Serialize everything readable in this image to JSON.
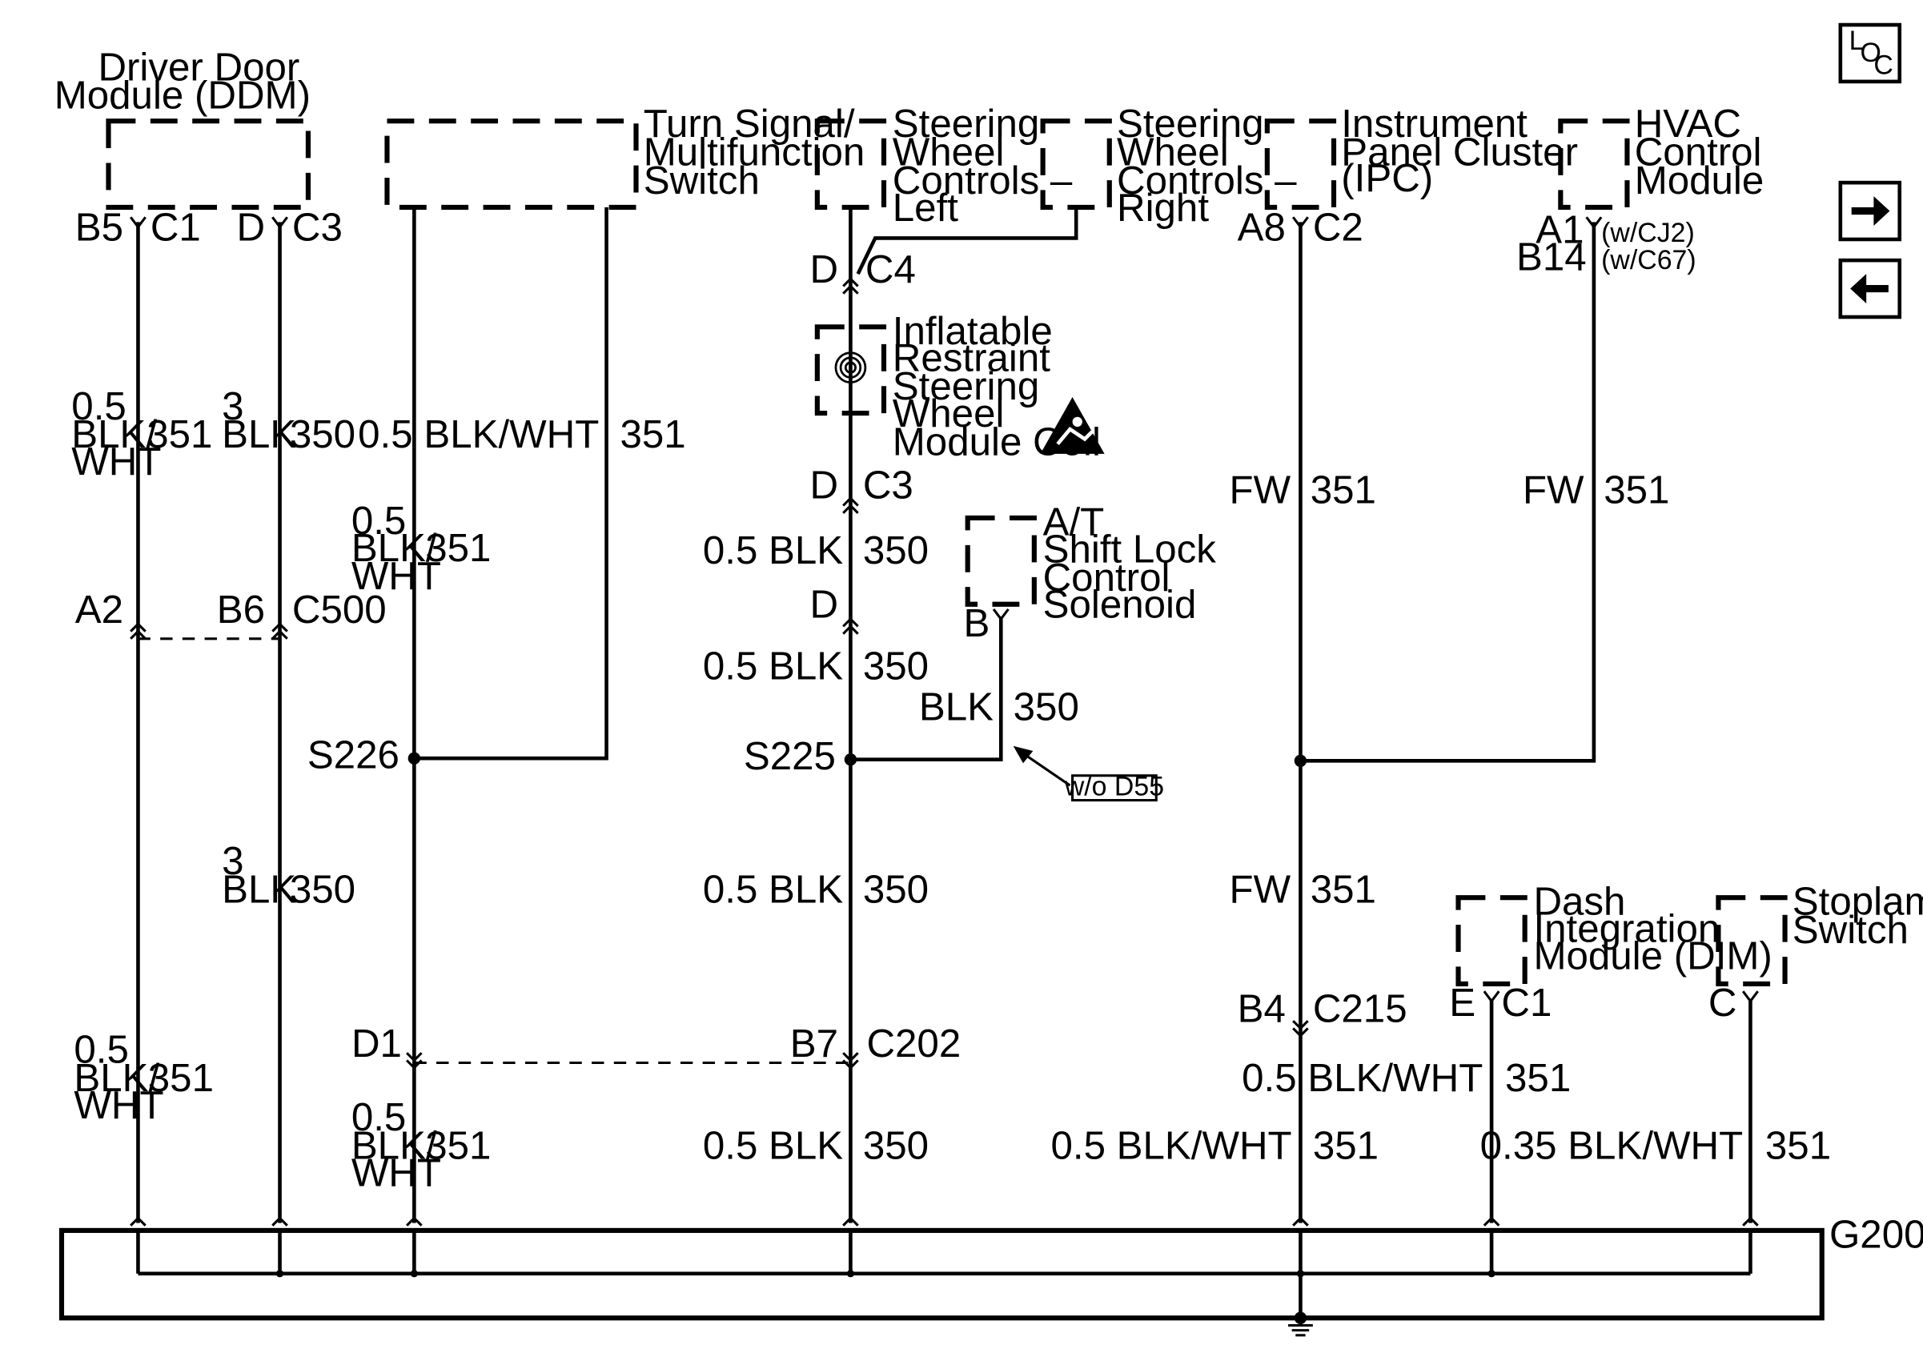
{
  "components": {
    "ddm": [
      "Driver Door",
      "Module (DDM)"
    ],
    "turn_signal": [
      "Turn Signal/",
      "Multifunction",
      "Switch"
    ],
    "swc_left": [
      "Steering",
      "Wheel",
      "Controls –",
      "Left"
    ],
    "swc_right": [
      "Steering",
      "Wheel",
      "Controls –",
      "Right"
    ],
    "ipc": [
      "Instrument",
      "Panel Cluster",
      "(IPC)"
    ],
    "hvac": [
      "HVAC",
      "Control",
      "Module"
    ],
    "airbag_coil": [
      "Inflatable",
      "Restraint",
      "Steering",
      "Wheel",
      "Module Coil"
    ],
    "shift_lock": [
      "A/T",
      "Shift Lock",
      "Control",
      "Solenoid"
    ],
    "dim": [
      "Dash",
      "Integration",
      "Module (DIM)"
    ],
    "stoplamp": [
      "Stoplamp",
      "Switch"
    ]
  },
  "connectors": {
    "ddm_b5": "B5",
    "ddm_c1": "C1",
    "ddm_d": "D",
    "ddm_c3": "C3",
    "swcl_d": "D",
    "c4": "C4",
    "coil_d": "D",
    "coil_c3": "C3",
    "d_lower": "D",
    "ipc_a8": "A8",
    "ipc_c2": "C2",
    "hvac_a1": "A1",
    "hvac_a1_note": "(w/CJ2)",
    "hvac_b14": "B14",
    "hvac_b14_note": "(w/C67)",
    "a2": "A2",
    "b6": "B6",
    "c500": "C500",
    "shift_b": "B",
    "b4": "B4",
    "c215": "C215",
    "dim_e": "E",
    "dim_c1": "C1",
    "stop_c": "C",
    "d1": "D1",
    "b7": "B7",
    "c202": "C202"
  },
  "splices": {
    "s226": "S226",
    "s225": "S225"
  },
  "wires": {
    "w1_upper": [
      "0.5",
      "BLK/",
      "WHT"
    ],
    "w1_upper_circ": "351",
    "w2_upper": [
      "3",
      "BLK"
    ],
    "w2_upper_circ": "350",
    "w3_top": "0.5 BLK/WHT",
    "w3_top_circ": "351",
    "w3_mid": [
      "0.5",
      "BLK/",
      "WHT"
    ],
    "w3_mid_circ": "351",
    "w4_a": "0.5 BLK",
    "w4_a_circ": "350",
    "w4_b": "0.5 BLK",
    "w4_b_circ": "350",
    "shift_wire": "BLK",
    "shift_wire_circ": "350",
    "ipc_upper": "FW",
    "ipc_upper_circ": "351",
    "hvac_wire": "FW",
    "hvac_wire_circ": "351",
    "w2_lower": [
      "3",
      "BLK"
    ],
    "w2_lower_circ": "350",
    "w4_c": "0.5 BLK",
    "w4_c_circ": "350",
    "ipc_mid": "FW",
    "ipc_mid_circ": "351",
    "w1_lower": [
      "0.5",
      "BLK/",
      "WHT"
    ],
    "w1_lower_circ": "351",
    "dim_wire": "0.5 BLK/WHT",
    "dim_wire_circ": "351",
    "w3_lower": [
      "0.5",
      "BLK/",
      "WHT"
    ],
    "w3_lower_circ": "351",
    "w4_d": "0.5 BLK",
    "w4_d_circ": "350",
    "ipc_lower": "0.5 BLK/WHT",
    "ipc_lower_circ": "351",
    "stop_wire": "0.35 BLK/WHT",
    "stop_wire_circ": "351"
  },
  "option_note": "w/o D55",
  "ground": "G200",
  "nav": {
    "loc_l": "L",
    "loc_o": "O",
    "loc_c": "C"
  },
  "icons": {
    "loc": "location-icon",
    "next": "arrow-right-icon",
    "prev": "arrow-left-icon",
    "airbag_warning": "airbag-warning-icon",
    "coil": "clockspring-icon",
    "ground": "ground-icon"
  }
}
